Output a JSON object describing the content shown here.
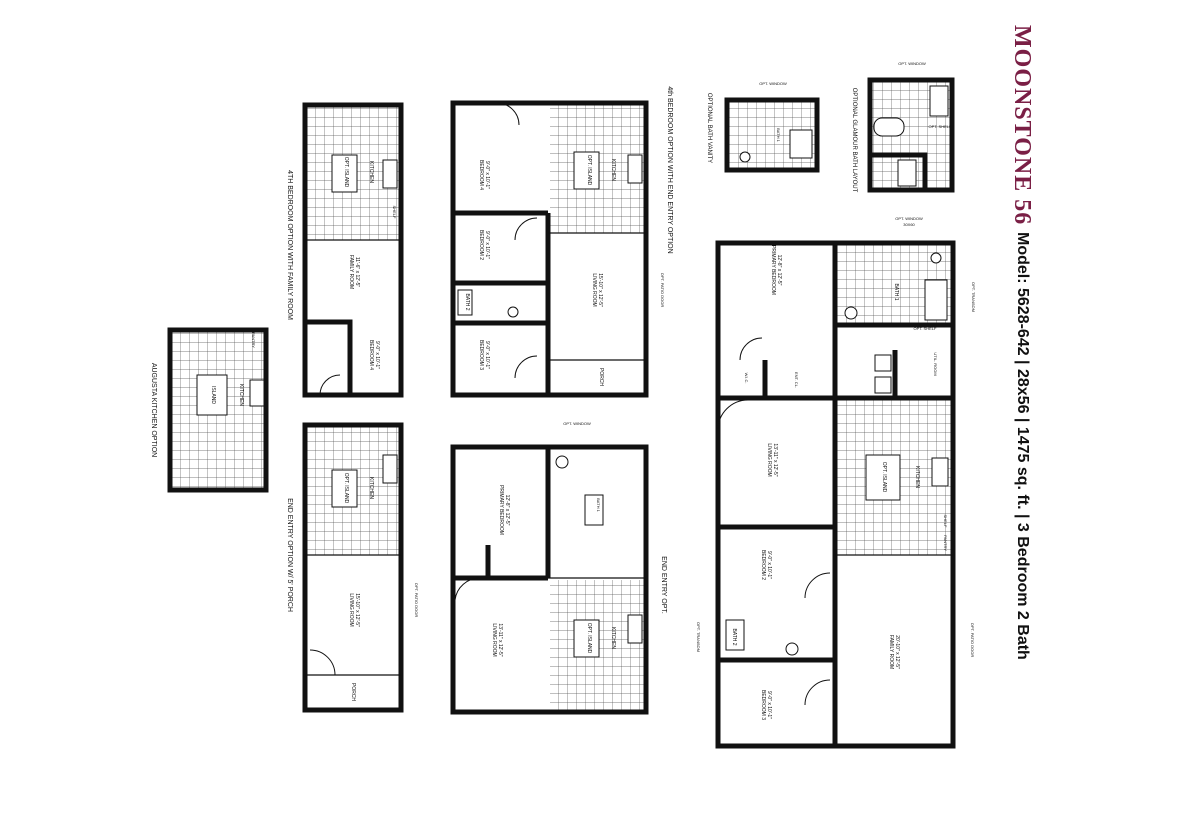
{
  "title": {
    "brand": "MOONSTONE 56",
    "brand_color": "#7a1f45",
    "details": "Model: 5628-642  |  28x56  |  1475 sq. ft.  |  3 Bedroom 2 Bath"
  },
  "captions": {
    "augusta_kitchen": "AUGUSTA KITCHEN OPTION",
    "fourth_bedroom_family": "4TH BEDROOM OPTION WITH FAMILY ROOM",
    "end_entry_porch": "END ENTRY OPTION W/ 5' PORCH",
    "fourth_bedroom_end_entry": "4th BEDROOM OPTION WITH END ENTRY OPTION",
    "end_entry": "END ENTRY OPT.",
    "optional_bath_vanity": "OPTIONAL BATH VANITY",
    "optional_glamour_bath": "OPTIONAL GLAMOUR BATH LAYOUT"
  },
  "rooms": {
    "primary_bedroom": "PRIMARY BEDROOM",
    "primary_bedroom_size": "12'-8\" x 12'-5\"",
    "bath1": "BATH 1",
    "living_room": "LIVING ROOM",
    "living_room_size": "13'-11\" x 12'-5\"",
    "kitchen": "KITCHEN",
    "opt_island": "OPT. ISLAND",
    "island": "ISLAND",
    "bedroom2": "BEDROOM 2",
    "bedroom2_size": "9'-0\" x 10'-1\"",
    "bedroom3": "BEDROOM 3",
    "bedroom3_size": "9'-0\" x 10'-1\"",
    "bedroom4": "BEDROOM 4",
    "bedroom4_size": "9'-0\" x 10'-1\"",
    "bath2": "BATH 2",
    "family_room": "FAMILY ROOM",
    "family_room_size": "20'-10\" x 12'-5\"",
    "family_room_alt_size": "11'-6\" x 12'-5\"",
    "living_room_alt_size": "15'-10\" x 12'-5\"",
    "utility": "UTIL. ROOM",
    "wic": "W.I.C.",
    "ent_cl": "ENT. CL.",
    "lin": "LIN.",
    "pantry": "PANTRY",
    "shelf": "SHELF",
    "opt_shelf": "OPT. SHELF",
    "porch": "PORCH",
    "opt_window": "OPT. WINDOW",
    "opt_transom": "OPT. TRANSOM",
    "opt_patio_door": "OPT. PATIO DOOR",
    "cl_opt": "CL. OPT.",
    "washer": "W",
    "dryer": "D",
    "window_size": "30X60"
  }
}
